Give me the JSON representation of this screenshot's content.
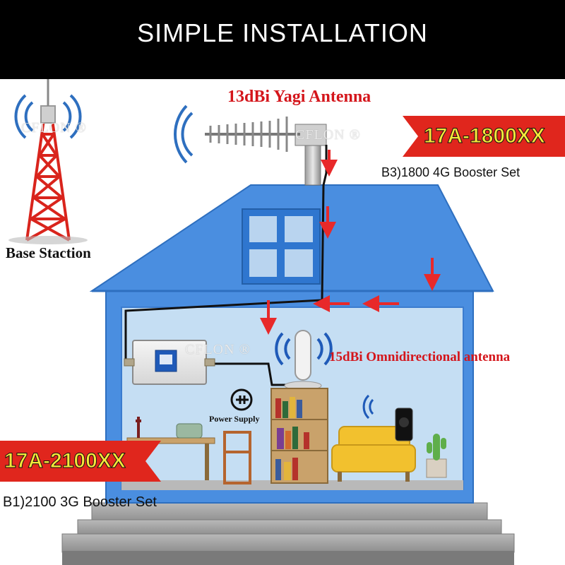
{
  "header": {
    "title": "SIMPLE INSTALLATION"
  },
  "labels": {
    "yagi": "13dBi Yagi Antenna",
    "base_station": "Base Staction",
    "omni": "15dBi Omnidirectional antenna",
    "power_supply": "Power Supply"
  },
  "models": {
    "top": {
      "code": "17A-1800XX",
      "caption": "B3)1800 4G Booster Set"
    },
    "bottom": {
      "code": "17A-2100XX",
      "caption": "B1)2100  3G Booster Set"
    }
  },
  "watermark": "CFLON ®",
  "colors": {
    "house_blue": "#4a8ee0",
    "interior": "#c5def3",
    "badge_red": "#e0261d",
    "badge_yellow": "#f6e83a",
    "signal_red": "#e8292a",
    "label_red": "#d4151b"
  }
}
